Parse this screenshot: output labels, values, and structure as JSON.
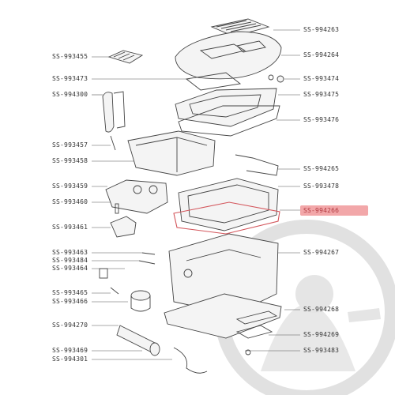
{
  "highlight_part": "SS-994266",
  "labels_left": [
    {
      "id": "SS-993455",
      "key": "l1"
    },
    {
      "id": "SS-993473",
      "key": "l2"
    },
    {
      "id": "SS-994300",
      "key": "l3"
    },
    {
      "id": "SS-993457",
      "key": "l4"
    },
    {
      "id": "SS-993458",
      "key": "l5"
    },
    {
      "id": "SS-993459",
      "key": "l6"
    },
    {
      "id": "SS-993460",
      "key": "l7"
    },
    {
      "id": "SS-993461",
      "key": "l8"
    },
    {
      "id": "SS-993463",
      "key": "l9"
    },
    {
      "id": "SS-993484",
      "key": "l10"
    },
    {
      "id": "SS-993464",
      "key": "l11"
    },
    {
      "id": "SS-993465",
      "key": "l12"
    },
    {
      "id": "SS-993466",
      "key": "l13"
    },
    {
      "id": "SS-994270",
      "key": "l14"
    },
    {
      "id": "SS-993469",
      "key": "l15"
    },
    {
      "id": "SS-994301",
      "key": "l16"
    }
  ],
  "labels_right": [
    {
      "id": "SS-994263"
    },
    {
      "id": "SS-994264"
    },
    {
      "id": "SS-993474"
    },
    {
      "id": "SS-993475"
    },
    {
      "id": "SS-993476"
    },
    {
      "id": "SS-994265"
    },
    {
      "id": "SS-993478"
    },
    {
      "id": "SS-994266"
    },
    {
      "id": "SS-994267"
    },
    {
      "id": "SS-994268"
    },
    {
      "id": "SS-994269"
    },
    {
      "id": "SS-993483"
    }
  ],
  "colors": {
    "highlight": "#f2a7a9",
    "line": "#444444",
    "watermark": "#c9c9c9"
  }
}
